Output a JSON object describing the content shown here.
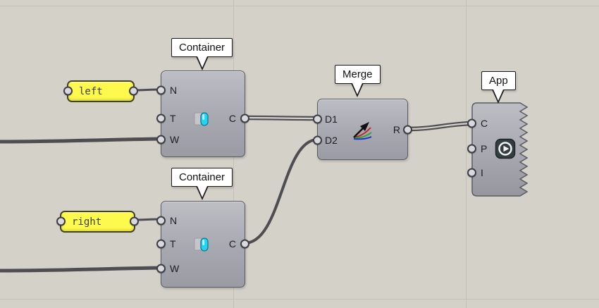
{
  "colors": {
    "canvas_background": "#d4d1c9",
    "grid_line": "#c3c0b8",
    "wire": "#4d4d52",
    "panel_yellow": "#fdf94d",
    "container_icon_cyan": "#24d3ee",
    "component_gray": "#a8a8b1"
  },
  "nodes": {
    "container1": {
      "label": "Container",
      "inputs": [
        {
          "name": "N"
        },
        {
          "name": "T"
        },
        {
          "name": "W"
        }
      ],
      "outputs": [
        {
          "name": "C"
        }
      ]
    },
    "container2": {
      "label": "Container",
      "inputs": [
        {
          "name": "N"
        },
        {
          "name": "T"
        },
        {
          "name": "W"
        }
      ],
      "outputs": [
        {
          "name": "C"
        }
      ]
    },
    "merge": {
      "label": "Merge",
      "inputs": [
        {
          "name": "D1"
        },
        {
          "name": "D2"
        }
      ],
      "outputs": [
        {
          "name": "R"
        }
      ]
    },
    "app_component": {
      "label": "App",
      "inputs": [
        {
          "name": "C"
        },
        {
          "name": "P"
        },
        {
          "name": "I"
        }
      ],
      "outputs": []
    },
    "panel_left": {
      "text": "left"
    },
    "panel_right": {
      "text": "right"
    }
  },
  "connections": [
    {
      "from": "panel_left",
      "to": "container1.N",
      "style": "single"
    },
    {
      "from": "offscreen-left",
      "to": "container1.W",
      "style": "thick"
    },
    {
      "from": "container1.C",
      "to": "merge.D1",
      "style": "double"
    },
    {
      "from": "panel_right",
      "to": "container2.N",
      "style": "single"
    },
    {
      "from": "offscreen-left",
      "to": "container2.W",
      "style": "thick"
    },
    {
      "from": "container2.C",
      "to": "merge.D2",
      "style": "single"
    },
    {
      "from": "merge.R",
      "to": "app_component.C",
      "style": "double"
    }
  ]
}
